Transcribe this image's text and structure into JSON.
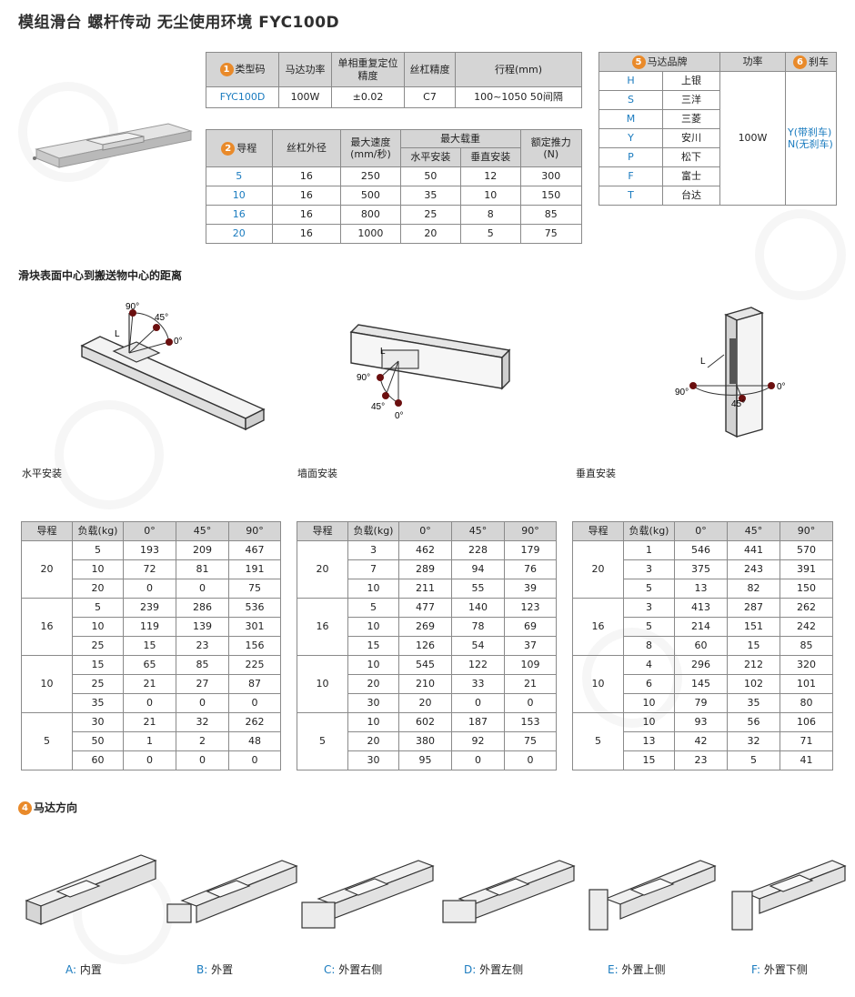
{
  "title": "模组滑台 螺杆传动 无尘使用环境 FYC100D",
  "spec1": {
    "badge": "1",
    "headers": [
      "类型码",
      "马达功率",
      "单相重复定位精度",
      "丝杠精度",
      "行程(mm)"
    ],
    "row": [
      "FYC100D",
      "100W",
      "±0.02",
      "C7",
      "100~1050   50间隔"
    ]
  },
  "spec2": {
    "badge": "2",
    "h_lead": "导程",
    "h_diam": "丝杠外径",
    "h_speed": "最大速度\n(mm/秒)",
    "h_load": "最大载重",
    "h_horiz": "水平安装",
    "h_vert": "垂直安装",
    "h_thrust": "额定推力\n(N)",
    "rows": [
      [
        "5",
        "16",
        "250",
        "50",
        "12",
        "300"
      ],
      [
        "10",
        "16",
        "500",
        "35",
        "10",
        "150"
      ],
      [
        "16",
        "16",
        "800",
        "25",
        "8",
        "85"
      ],
      [
        "20",
        "16",
        "1000",
        "20",
        "5",
        "75"
      ]
    ]
  },
  "spec3": {
    "badge5": "5",
    "badge6": "6",
    "h_brand": "马达品牌",
    "h_power": "功率",
    "h_brake": "刹车",
    "rows": [
      [
        "H",
        "上银"
      ],
      [
        "S",
        "三洋"
      ],
      [
        "M",
        "三菱"
      ],
      [
        "Y",
        "安川"
      ],
      [
        "P",
        "松下"
      ],
      [
        "F",
        "富士"
      ],
      [
        "T",
        "台达"
      ]
    ],
    "power": "100W",
    "brake_y": "Y(带刹车)",
    "brake_n": "N(无刹车)"
  },
  "distance_title": "滑块表面中心到搬送物中心的距离",
  "diagrams": {
    "labels": [
      "90°",
      "45°",
      "0°",
      "L"
    ]
  },
  "mount_labels": [
    "水平安装",
    "墙面安装",
    "垂直安装"
  ],
  "load_headers": [
    "导程",
    "负载(kg)",
    "0°",
    "45°",
    "90°"
  ],
  "load_tables": [
    {
      "groups": [
        {
          "lead": "20",
          "rows": [
            [
              "5",
              "193",
              "209",
              "467"
            ],
            [
              "10",
              "72",
              "81",
              "191"
            ],
            [
              "20",
              "0",
              "0",
              "75"
            ]
          ]
        },
        {
          "lead": "16",
          "rows": [
            [
              "5",
              "239",
              "286",
              "536"
            ],
            [
              "10",
              "119",
              "139",
              "301"
            ],
            [
              "25",
              "15",
              "23",
              "156"
            ]
          ]
        },
        {
          "lead": "10",
          "rows": [
            [
              "15",
              "65",
              "85",
              "225"
            ],
            [
              "25",
              "21",
              "27",
              "87"
            ],
            [
              "35",
              "0",
              "0",
              "0"
            ]
          ]
        },
        {
          "lead": "5",
          "rows": [
            [
              "30",
              "21",
              "32",
              "262"
            ],
            [
              "50",
              "1",
              "2",
              "48"
            ],
            [
              "60",
              "0",
              "0",
              "0"
            ]
          ]
        }
      ]
    },
    {
      "groups": [
        {
          "lead": "20",
          "rows": [
            [
              "3",
              "462",
              "228",
              "179"
            ],
            [
              "7",
              "289",
              "94",
              "76"
            ],
            [
              "10",
              "211",
              "55",
              "39"
            ]
          ]
        },
        {
          "lead": "16",
          "rows": [
            [
              "5",
              "477",
              "140",
              "123"
            ],
            [
              "10",
              "269",
              "78",
              "69"
            ],
            [
              "15",
              "126",
              "54",
              "37"
            ]
          ]
        },
        {
          "lead": "10",
          "rows": [
            [
              "10",
              "545",
              "122",
              "109"
            ],
            [
              "20",
              "210",
              "33",
              "21"
            ],
            [
              "30",
              "20",
              "0",
              "0"
            ]
          ]
        },
        {
          "lead": "5",
          "rows": [
            [
              "10",
              "602",
              "187",
              "153"
            ],
            [
              "20",
              "380",
              "92",
              "75"
            ],
            [
              "30",
              "95",
              "0",
              "0"
            ]
          ]
        }
      ]
    },
    {
      "groups": [
        {
          "lead": "20",
          "rows": [
            [
              "1",
              "546",
              "441",
              "570"
            ],
            [
              "3",
              "375",
              "243",
              "391"
            ],
            [
              "5",
              "13",
              "82",
              "150"
            ]
          ]
        },
        {
          "lead": "16",
          "rows": [
            [
              "3",
              "413",
              "287",
              "262"
            ],
            [
              "5",
              "214",
              "151",
              "242"
            ],
            [
              "8",
              "60",
              "15",
              "85"
            ]
          ]
        },
        {
          "lead": "10",
          "rows": [
            [
              "4",
              "296",
              "212",
              "320"
            ],
            [
              "6",
              "145",
              "102",
              "101"
            ],
            [
              "10",
              "79",
              "35",
              "80"
            ]
          ]
        },
        {
          "lead": "5",
          "rows": [
            [
              "10",
              "93",
              "56",
              "106"
            ],
            [
              "13",
              "42",
              "32",
              "71"
            ],
            [
              "15",
              "23",
              "5",
              "41"
            ]
          ]
        }
      ]
    }
  ],
  "motor_section": {
    "badge": "4",
    "title": "马达方向"
  },
  "motor_captions": [
    {
      "letter": "A:",
      "text": " 内置"
    },
    {
      "letter": "B:",
      "text": " 外置"
    },
    {
      "letter": "C:",
      "text": " 外置右侧"
    },
    {
      "letter": "D:",
      "text": " 外置左侧"
    },
    {
      "letter": "E:",
      "text": " 外置上侧"
    },
    {
      "letter": "F:",
      "text": " 外置下侧"
    }
  ],
  "colors": {
    "accent_blue": "#1a7bbf",
    "badge_orange": "#e98a2a",
    "header_gray": "#d5d5d5"
  }
}
